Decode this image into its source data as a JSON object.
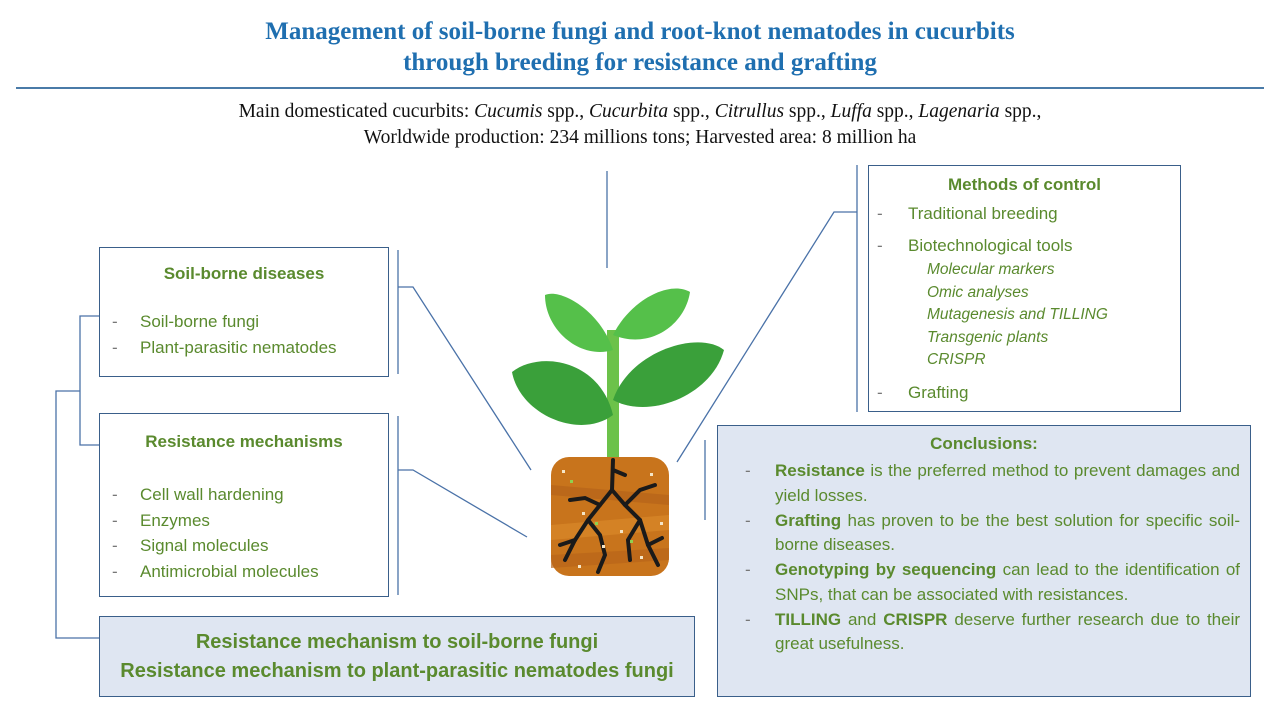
{
  "title": {
    "line1": "Management of soil-borne fungi and root-knot nematodes in cucurbits",
    "line2": "through breeding for resistance and grafting"
  },
  "subtitle": {
    "prefix": "Main domesticated cucurbits: ",
    "genera": [
      {
        "name": "Cucumis",
        "suffix": " spp., "
      },
      {
        "name": "Cucurbita",
        "suffix": " spp., "
      },
      {
        "name": "Citrullus",
        "suffix": " spp., "
      },
      {
        "name": "Luffa",
        "suffix": " spp., "
      },
      {
        "name": "Lagenaria",
        "suffix": " spp.,"
      }
    ],
    "line2": "Worldwide production: 234 millions tons; Harvested area: 8 million ha"
  },
  "soil_borne": {
    "title": "Soil-borne  diseases",
    "items": [
      "Soil-borne fungi",
      "Plant-parasitic nematodes"
    ]
  },
  "resistance": {
    "title": "Resistance mechanisms",
    "items": [
      "Cell wall hardening",
      "Enzymes",
      "Signal molecules",
      "Antimicrobial molecules"
    ]
  },
  "methods": {
    "title": "Methods  of  control",
    "item1": "Traditional breeding",
    "item2": "Biotechnological  tools",
    "sub": [
      "Molecular markers",
      "Omic analyses",
      "Mutagenesis and TILLING",
      "Transgenic plants",
      "CRISPR"
    ],
    "item3": "Grafting"
  },
  "conclusions": {
    "title": "Conclusions:",
    "items": [
      {
        "bold": "Resistance",
        "text": " is the preferred method to prevent damages and yield losses."
      },
      {
        "bold": "Grafting",
        "text": " has proven to be the best solution for specific soil-borne diseases."
      },
      {
        "bold": "Genotyping by sequencing",
        "text": " can lead to the identification of SNPs, that can be associated with resistances."
      },
      {
        "bold": "TILLING",
        "mid": " and ",
        "bold2": "CRISPR",
        "text": " deserve further research due to their great usefulness."
      }
    ]
  },
  "bottom": {
    "line1": "Resistance mechanism to soil-borne fungi",
    "line2": "Resistance mechanism to plant-parasitic nematodes fungi"
  },
  "list_marker": "-",
  "colors": {
    "title": "#1f6fb0",
    "green_text": "#5a8a2e",
    "box_border": "#3a5f8a",
    "light_fill": "#dfe6f2",
    "leaf_dark": "#3aa03a",
    "leaf_light": "#55c04a",
    "stem": "#6cc24a",
    "soil": "#c8741c",
    "roots": "#1a1a1a"
  }
}
